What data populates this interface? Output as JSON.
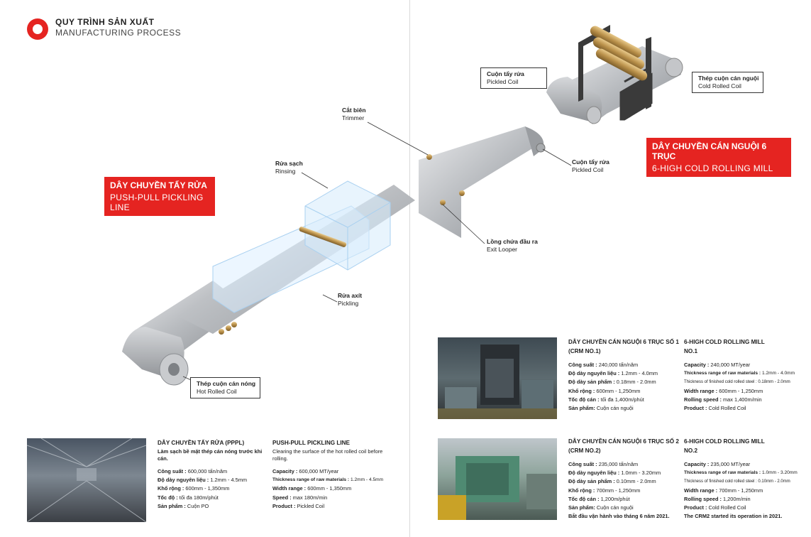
{
  "header": {
    "title_vn": "QUY TRÌNH SẢN XUẤT",
    "title_en": "MANUFACTURING PROCESS"
  },
  "lines": {
    "pickling": {
      "vn": "DÂY CHUYỀN TẨY RỬA",
      "en": "PUSH-PULL PICKLING LINE"
    },
    "rolling": {
      "vn": "DÂY CHUYỀN CÁN NGUỘI 6 TRỤC",
      "en": "6-HIGH COLD ROLLING MILL"
    }
  },
  "labels": {
    "hot_rolled": {
      "vn": "Thép cuộn cán nóng",
      "en": "Hot Rolled Coil"
    },
    "pickling": {
      "vn": "Rửa axít",
      "en": "Pickling"
    },
    "rinsing": {
      "vn": "Rửa sạch",
      "en": "Rinsing"
    },
    "trimmer": {
      "vn": "Cắt biên",
      "en": "Trimmer"
    },
    "exit_looper": {
      "vn": "Lồng chứa đầu ra",
      "en": "Exit Looper"
    },
    "pickled_coil_1": {
      "vn": "Cuộn tẩy rửa",
      "en": "Pickled Coil"
    },
    "pickled_coil_2": {
      "vn": "Cuộn tẩy rửa",
      "en": "Pickled Coil"
    },
    "cold_rolled": {
      "vn": "Thép cuộn cán nguội",
      "en": "Cold Rolled Coil"
    }
  },
  "pppl": {
    "vn": {
      "title": "DÂY CHUYỀN TẨY RỬA (PPPL)",
      "desc": "Làm sạch bề mặt thép cán nóng trước khi cán.",
      "rows": [
        [
          "Công suất :",
          " 600,000 tấn/năm"
        ],
        [
          "Độ dày nguyên liệu :",
          " 1.2mm - 4.5mm"
        ],
        [
          "Khổ rộng :",
          " 600mm - 1,350mm"
        ],
        [
          "Tốc độ :",
          " tối đa 180m/phút"
        ],
        [
          "Sản phẩm :",
          " Cuộn PO"
        ]
      ]
    },
    "en": {
      "title": "PUSH-PULL PICKLING LINE",
      "desc": "Clearing the surface of the hot rolled coil before rolling.",
      "rows": [
        [
          "Capacity :",
          " 600,000 MT/year"
        ],
        [
          "Thickness range of raw materials :",
          " 1.2mm - 4.5mm"
        ],
        [
          "Width range :",
          " 600mm - 1,350mm"
        ],
        [
          "Speed :",
          " max 180m/min"
        ],
        [
          "Product :",
          " Pickled Coil"
        ]
      ]
    }
  },
  "crm1": {
    "vn": {
      "title1": "DÂY CHUYỀN CÁN NGUỘI 6 TRỤC SỐ 1",
      "title2": "(CRM NO.1)",
      "rows": [
        [
          "Công suất :",
          " 240,000 tấn/năm"
        ],
        [
          "Độ dày nguyên liệu :",
          " 1.2mm - 4.0mm"
        ],
        [
          "Độ dày sản phẩm :",
          " 0.18mm - 2.0mm"
        ],
        [
          "Khổ rộng :",
          " 600mm - 1,250mm"
        ],
        [
          "Tốc độ cán :",
          " tối đa 1,400m/phút"
        ],
        [
          "Sản phẩm:",
          " Cuộn cán nguội"
        ]
      ]
    },
    "en": {
      "title1": "6-HIGH COLD ROLLING MILL",
      "title2": "NO.1",
      "rows": [
        [
          "Capacity :",
          " 240,000 MT/year"
        ],
        [
          "Thickness range of raw materials :",
          " 1.2mm - 4.0mm"
        ],
        [
          "Thickness of finished cold rolled steel :",
          " 0.18mm - 2.0mm"
        ],
        [
          "Width range :",
          " 600mm - 1,250mm"
        ],
        [
          "Rolling speed :",
          " max 1,400m/min"
        ],
        [
          "Product :",
          " Cold Rolled Coil"
        ]
      ]
    }
  },
  "crm2": {
    "vn": {
      "title1": "DÂY CHUYỀN CÁN NGUỘI 6 TRỤC SỐ 2",
      "title2": "(CRM NO.2)",
      "rows": [
        [
          "Công suất :",
          " 235,000 tấn/năm"
        ],
        [
          "Độ dày nguyên liệu :",
          " 1.0mm - 3.20mm"
        ],
        [
          "Độ dày sản phẩm :",
          " 0.10mm - 2.0mm"
        ],
        [
          "Khổ rộng :",
          " 700mm - 1,250mm"
        ],
        [
          "Tốc độ cán :",
          " 1,200m/phút"
        ],
        [
          "Sản phẩm:",
          " Cuộn cán nguội"
        ]
      ],
      "note": "Bắt đầu vận hành vào tháng 6 năm 2021."
    },
    "en": {
      "title1": "6-HIGH COLD ROLLING MILL",
      "title2": "NO.2",
      "rows": [
        [
          "Capacity :",
          " 235,000 MT/year"
        ],
        [
          "Thickness range of raw materials :",
          " 1.0mm - 3.20mm"
        ],
        [
          "Thickness of finished cold rolled steel :",
          " 0.10mm - 2.0mm"
        ],
        [
          "Width range :",
          " 700mm - 1,250mm"
        ],
        [
          "Rolling speed :",
          " 1,200m/min"
        ],
        [
          "Product :",
          " Cold Rolled Coil"
        ]
      ],
      "note": "The CRM2 started its operation in 2021."
    }
  }
}
